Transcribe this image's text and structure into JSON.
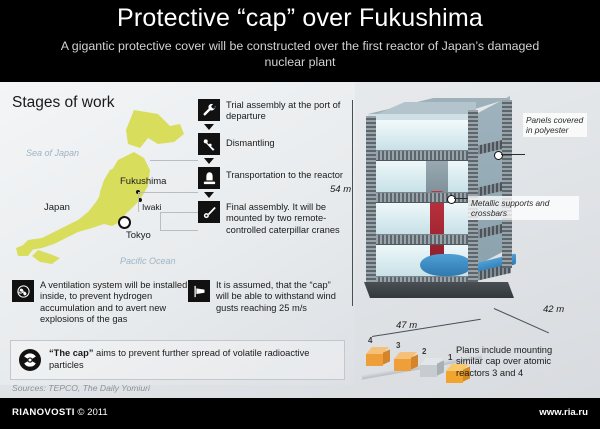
{
  "header": {
    "title": "Protective “cap” over Fukushima",
    "subtitle": "A gigantic protective cover will be constructed over the first reactor of Japan’s damaged nuclear plant"
  },
  "left_panel": {
    "stages_title": "Stages of work"
  },
  "map": {
    "sea_of_japan": "Sea of Japan",
    "pacific_ocean": "Pacific Ocean",
    "country": "Japan",
    "fukushima": "Fukushima",
    "iwaki": "Iwaki",
    "tokyo": "Tokyo"
  },
  "stages": [
    {
      "icon": "wrench-icon",
      "text": "Trial assembly at\nthe port of departure"
    },
    {
      "icon": "dismantling-icon",
      "text": "Dismantling"
    },
    {
      "icon": "transport-icon",
      "text": "Transportation\nto the reactor"
    },
    {
      "icon": "final-assembly-icon",
      "text": "Final assembly.\nIt will be mounted by\ntwo remote-controlled\ncaterpillar cranes"
    }
  ],
  "info_boxes": [
    {
      "icon": "ventilation-fan-icon",
      "text": "A ventilation system will be installed inside, to prevent hydrogen accumulation and to avert new explosions of the gas"
    },
    {
      "icon": "windsock-icon",
      "text": "It is assumed, that the “cap” will be able to withstand wind gusts reaching 25 m/s"
    }
  ],
  "cap_note": {
    "icon": "radioactive-icon",
    "bold": "“The cap”",
    "rest": " aims to prevent further spread of volatile radioactive particles"
  },
  "building": {
    "callouts": [
      {
        "text": "Panels\ncovered in\npolyester"
      },
      {
        "text": "Metallic supports and\ncrossbars"
      }
    ],
    "dimensions": {
      "height": "54 m",
      "width": "47 m",
      "depth": "42 m"
    }
  },
  "reactor_blocks": {
    "numbers": [
      "4",
      "3",
      "2",
      "1"
    ],
    "caption": "Plans include mounting similar cap over atomic reactors 3 and 4"
  },
  "sources": "Sources: TEPCO, The Daily Yomiuri",
  "footer": {
    "brand": "RIANOVOSTI",
    "copyright": "© 2011",
    "site": "www.ria.ru"
  },
  "colors": {
    "header_bg": "#000000",
    "panel_bg": "#eceff1",
    "map_land": "#d9dd5c",
    "reactor_red": "#b02a36",
    "torus_blue": "#3f8cc5",
    "block_orange": "#f0a13c"
  }
}
